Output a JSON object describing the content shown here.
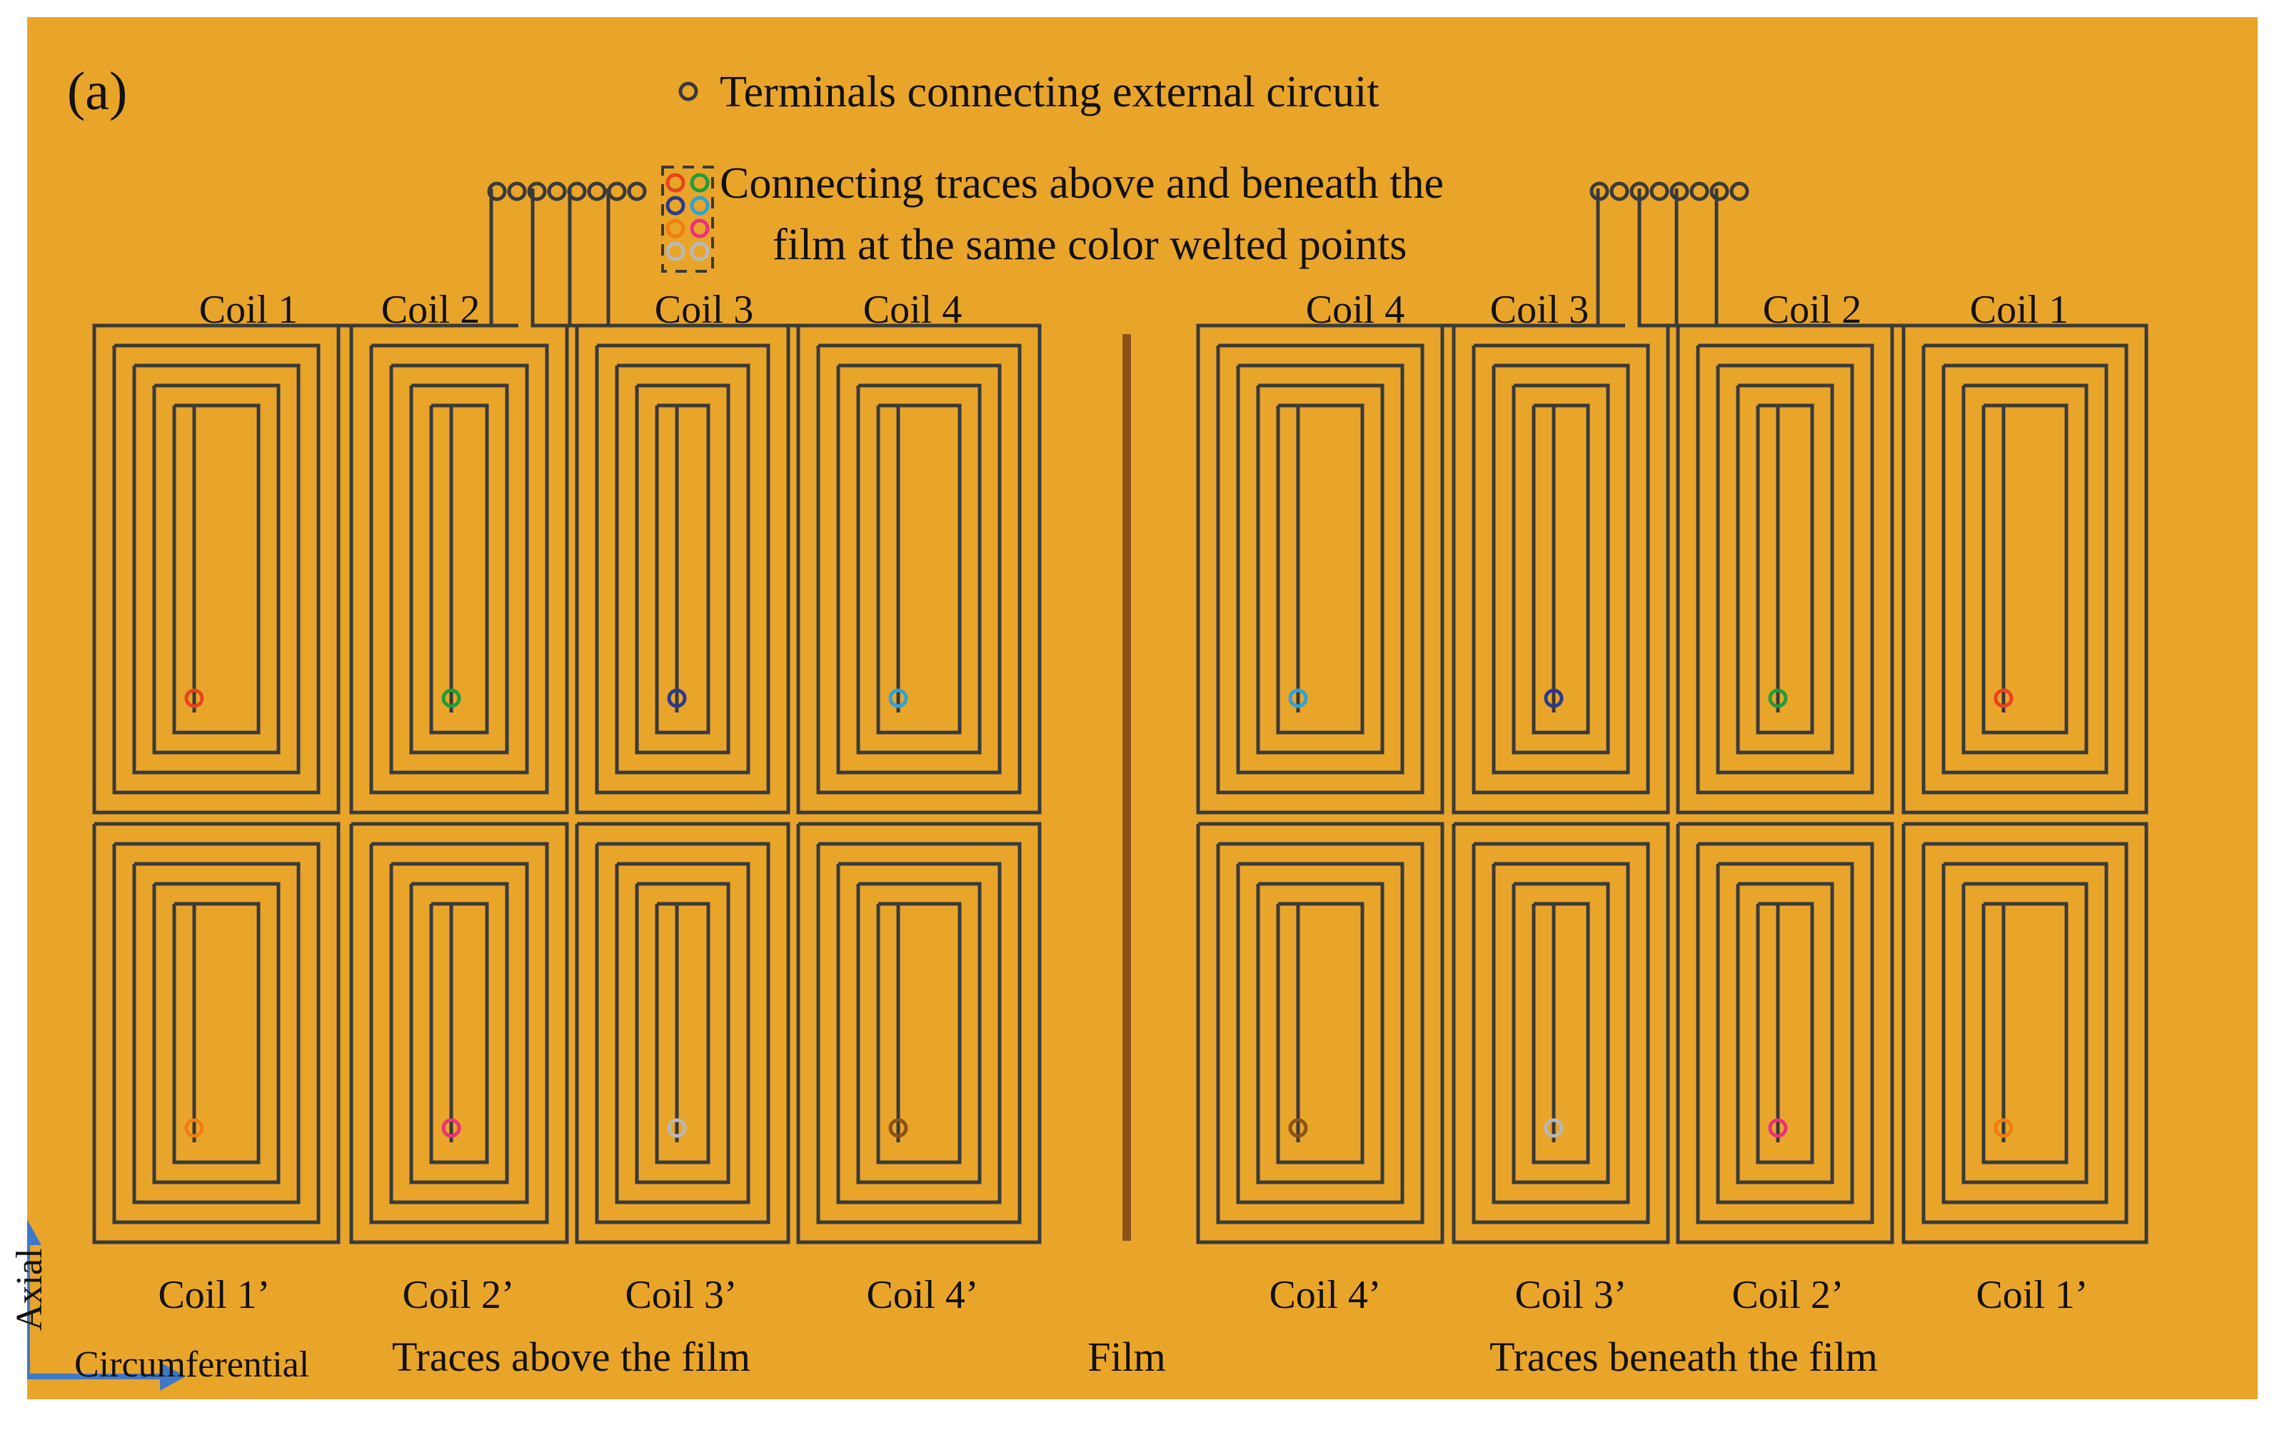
{
  "colors": {
    "background": "#e9a52a",
    "trace": "#3a3a3a",
    "film": "#8b5218",
    "axis_arrow": "#3f78c8"
  },
  "panel_label": "(a)",
  "legend": {
    "terminal": "Terminals connecting external circuit",
    "weld_line1": "Connecting traces above and beneath the",
    "weld_line2": "film at the same color welted points",
    "weld_colors": [
      "#e8431c",
      "#1e9d3c",
      "#2b3a8f",
      "#2ea3d8",
      "#f07d14",
      "#e8317d",
      "#b8b8b8",
      "#b8b8b8"
    ]
  },
  "top_coil_labels": {
    "left": [
      "Coil 1",
      "Coil 2",
      "Coil 3",
      "Coil 4"
    ],
    "right": [
      "Coil 4",
      "Coil 3",
      "Coil 2",
      "Coil 1"
    ]
  },
  "bottom_coil_labels": {
    "left": [
      "Coil 1’",
      "Coil 2’",
      "Coil 3’",
      "Coil 4’"
    ],
    "right": [
      "Coil 4’",
      "Coil 3’",
      "Coil 2’",
      "Coil 1’"
    ]
  },
  "captions": {
    "above": "Traces above the film",
    "film": "Film",
    "beneath": "Traces beneath the film"
  },
  "axes": {
    "vertical": "Axial",
    "horizontal": "Circumferential"
  },
  "weld_points": {
    "left_top": [
      "#e8431c",
      "#1e9d3c",
      "#2b3a8f",
      "#2ea3d8"
    ],
    "left_bottom": [
      "#f07d14",
      "#e8317d",
      "#b8b8b8",
      "#8b5218"
    ],
    "right_top": [
      "#2ea3d8",
      "#2b3a8f",
      "#1e9d3c",
      "#e8431c"
    ],
    "right_bottom": [
      "#8b5218",
      "#b8b8b8",
      "#e8317d",
      "#f07d14"
    ]
  }
}
